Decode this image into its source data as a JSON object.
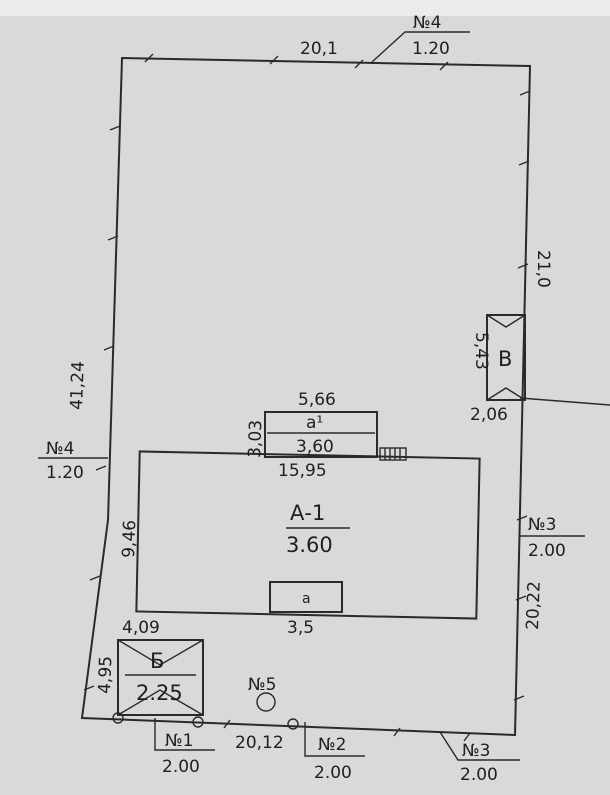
{
  "plot": {
    "side_top": "20,1",
    "side_left": "41,24",
    "side_right_upper": "21,0",
    "side_right_lower": "20,22",
    "side_bottom": "20,12"
  },
  "buildings": {
    "main": {
      "name": "А-1",
      "height": "3.60",
      "length": "15,95",
      "width": "9,46"
    },
    "annex_a1": {
      "name": "а¹",
      "height": "3,60",
      "length": "5,66",
      "width": "3,03"
    },
    "porch_a": {
      "name": "а",
      "length": "3,5"
    },
    "shed_b_upper": {
      "name": "В",
      "length": "5,43",
      "width": "2,06"
    },
    "shed_b": {
      "name": "Б",
      "height": "2.25",
      "length": "4,09",
      "width": "4,95"
    }
  },
  "fences": [
    {
      "label": "№4",
      "height": "1.20"
    },
    {
      "label": "№4",
      "height": "1.20"
    },
    {
      "label": "№3",
      "height": "2.00"
    },
    {
      "label": "№3",
      "height": "2.00"
    },
    {
      "label": "№1",
      "height": "2.00"
    },
    {
      "label": "№2",
      "height": "2.00"
    }
  ],
  "well": {
    "label": "№5"
  }
}
